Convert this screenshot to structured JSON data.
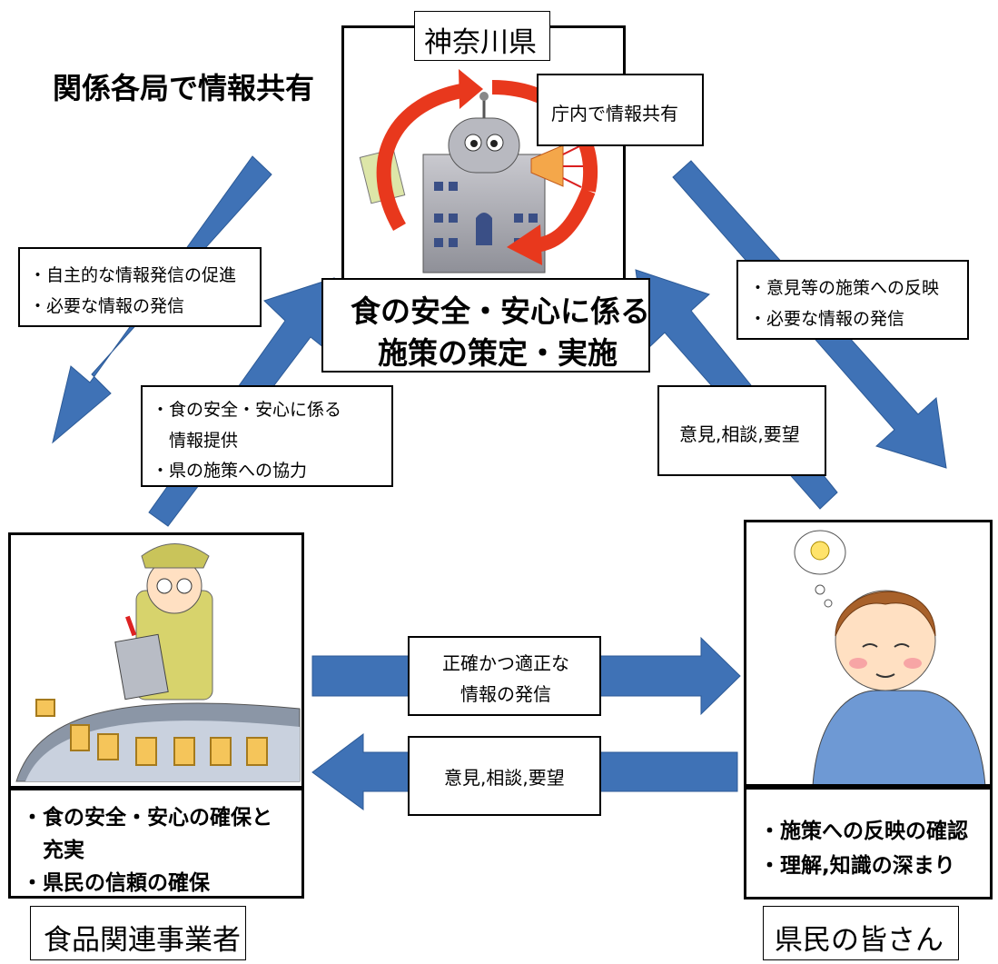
{
  "top_note": "関係各局で情報共有",
  "kanagawa": {
    "label": "神奈川県",
    "internal_note": "庁内で情報共有",
    "policy_lines": [
      "食の安全・安心に係る",
      "施策の策定・実施"
    ]
  },
  "left_down_note": [
    "・自主的な情報発信の促進",
    "・必要な情報の発信"
  ],
  "business_up_note": [
    "・食の安全・安心に係る",
    "　情報提供",
    "・県の施策への協力"
  ],
  "right_down_note": [
    "・意見等の施策への反映",
    "・必要な情報の発信"
  ],
  "citizen_up_note": "意見,相談,要望",
  "middle_right_note": [
    "正確かつ適正な",
    "情報の発信"
  ],
  "middle_left_note": "意見,相談,要望",
  "business": {
    "benefits": [
      "・食の安全・安心の確保と",
      "　充実",
      "・県民の信頼の確保"
    ],
    "label": "食品関連事業者"
  },
  "citizens": {
    "benefits": [
      "・施策への反映の確認",
      "・理解,知識の深まり"
    ],
    "label": "県民の皆さん"
  },
  "colors": {
    "arrow": "#3f72b6",
    "arrow_edge": "#2c5a97",
    "cycle_arrow": "#e8381d"
  }
}
